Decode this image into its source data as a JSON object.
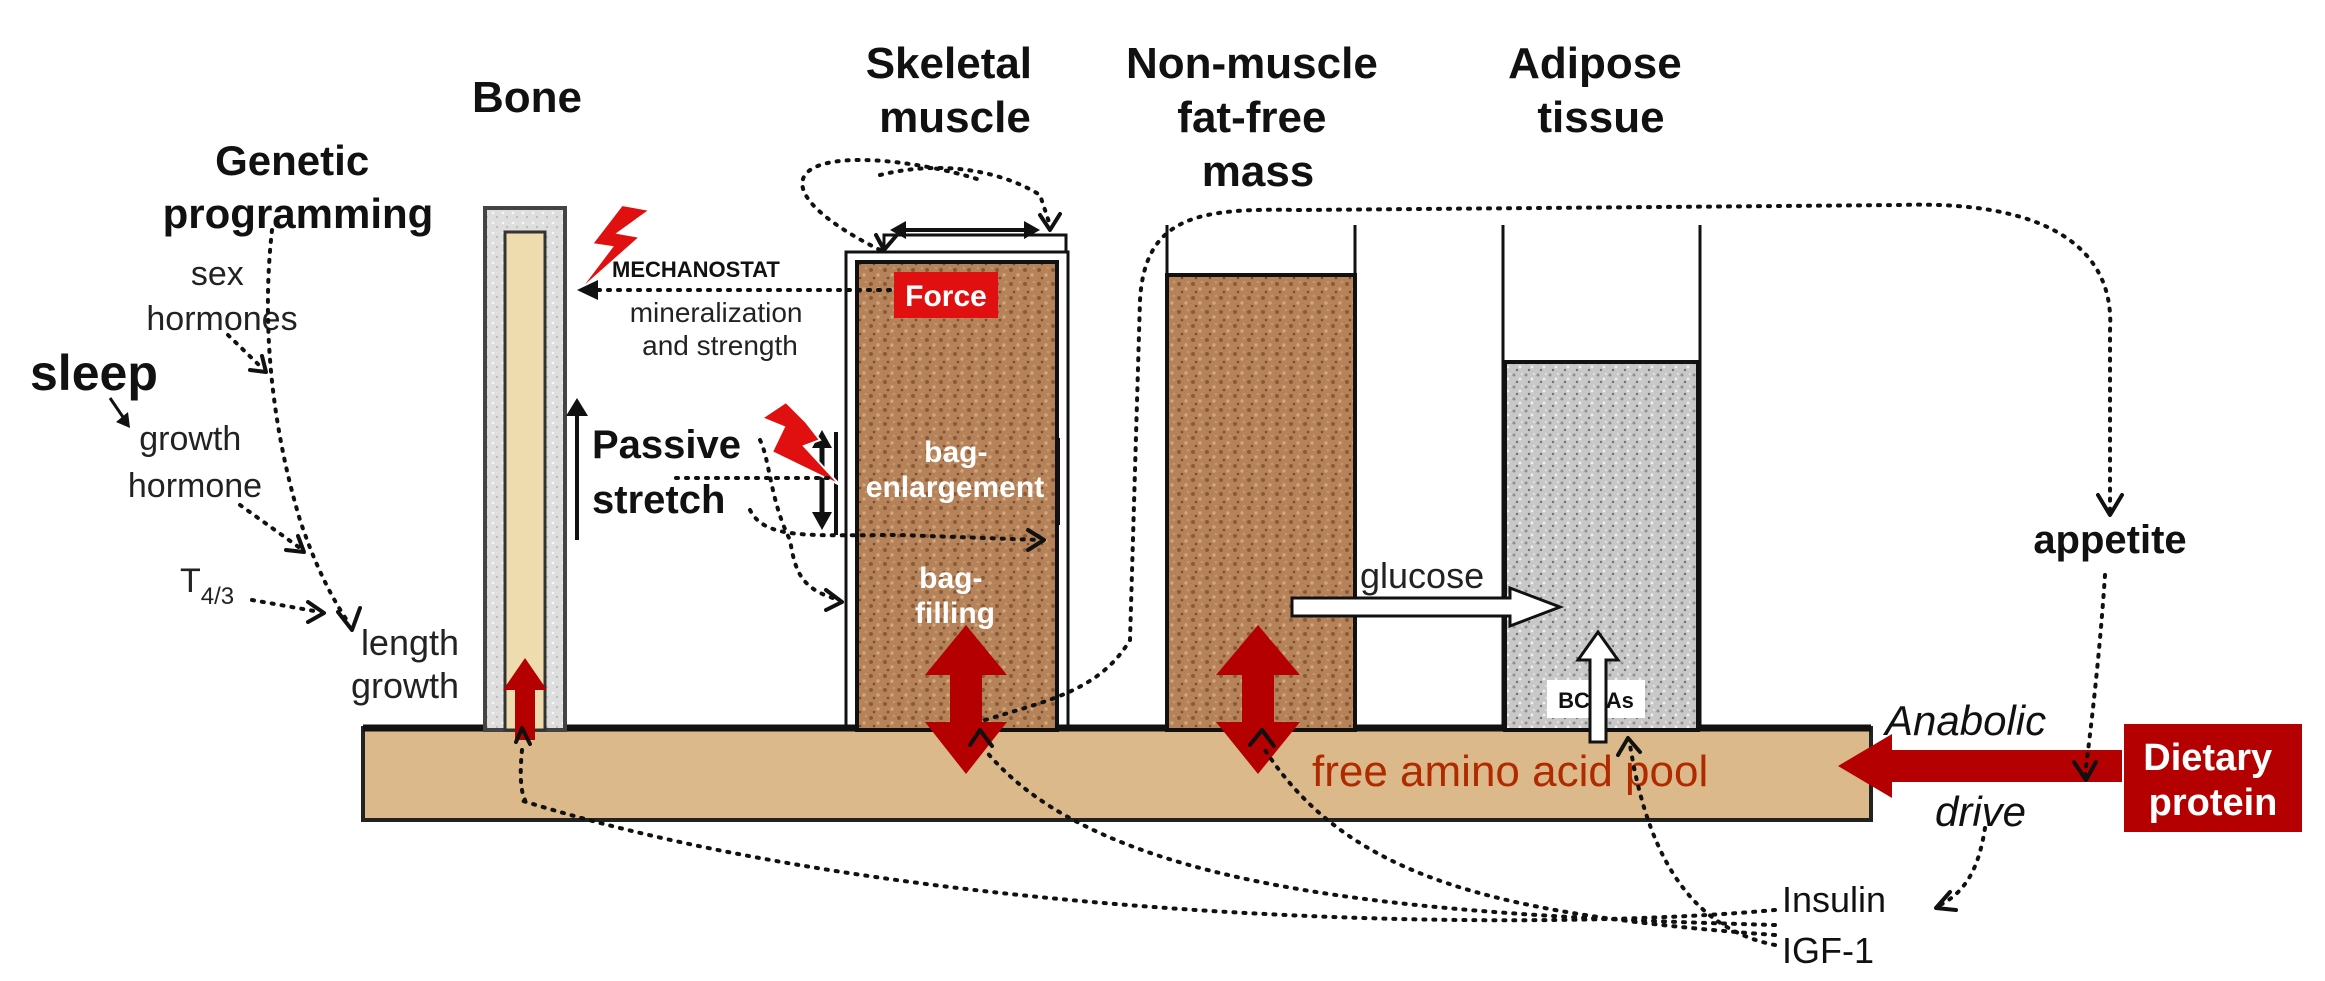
{
  "titles": {
    "bone": "Bone",
    "skeletal_muscle": [
      "Skeletal",
      "muscle"
    ],
    "non_muscle": [
      "Non-muscle",
      "fat-free",
      "mass"
    ],
    "adipose": [
      "Adipose",
      "tissue"
    ]
  },
  "labels": {
    "genetic": [
      "Genetic",
      "programming"
    ],
    "sex_hormones": [
      "sex",
      "hormones"
    ],
    "sleep": "sleep",
    "growth_hormone": [
      "growth",
      "hormone"
    ],
    "t43_base": "T",
    "t43_sub": "4/3",
    "length_growth": [
      "length",
      "growth"
    ],
    "mechanostat": "MECHANOSTAT",
    "mineralization": [
      "mineralization",
      "and strength"
    ],
    "force": "Force",
    "passive_stretch": [
      "Passive",
      "stretch"
    ],
    "bag_enlargement": [
      "bag-",
      "enlargement"
    ],
    "bag_filling": [
      "bag-",
      "filling"
    ],
    "glucose": "glucose",
    "bcaas": "BCAAs",
    "appetite": "appetite",
    "anabolic": "Anabolic",
    "drive": "drive",
    "pool": "free amino acid pool",
    "dietary_protein": [
      "Dietary",
      "protein"
    ],
    "insulin": "Insulin",
    "igf1": "IGF-1"
  },
  "colors": {
    "pool": "#dcb98a",
    "arrow_red": "#b40000",
    "force_red": "#e01010",
    "bone": "#efdcae",
    "tissue": "#b07e55",
    "adipose": "#c9c9c9"
  }
}
